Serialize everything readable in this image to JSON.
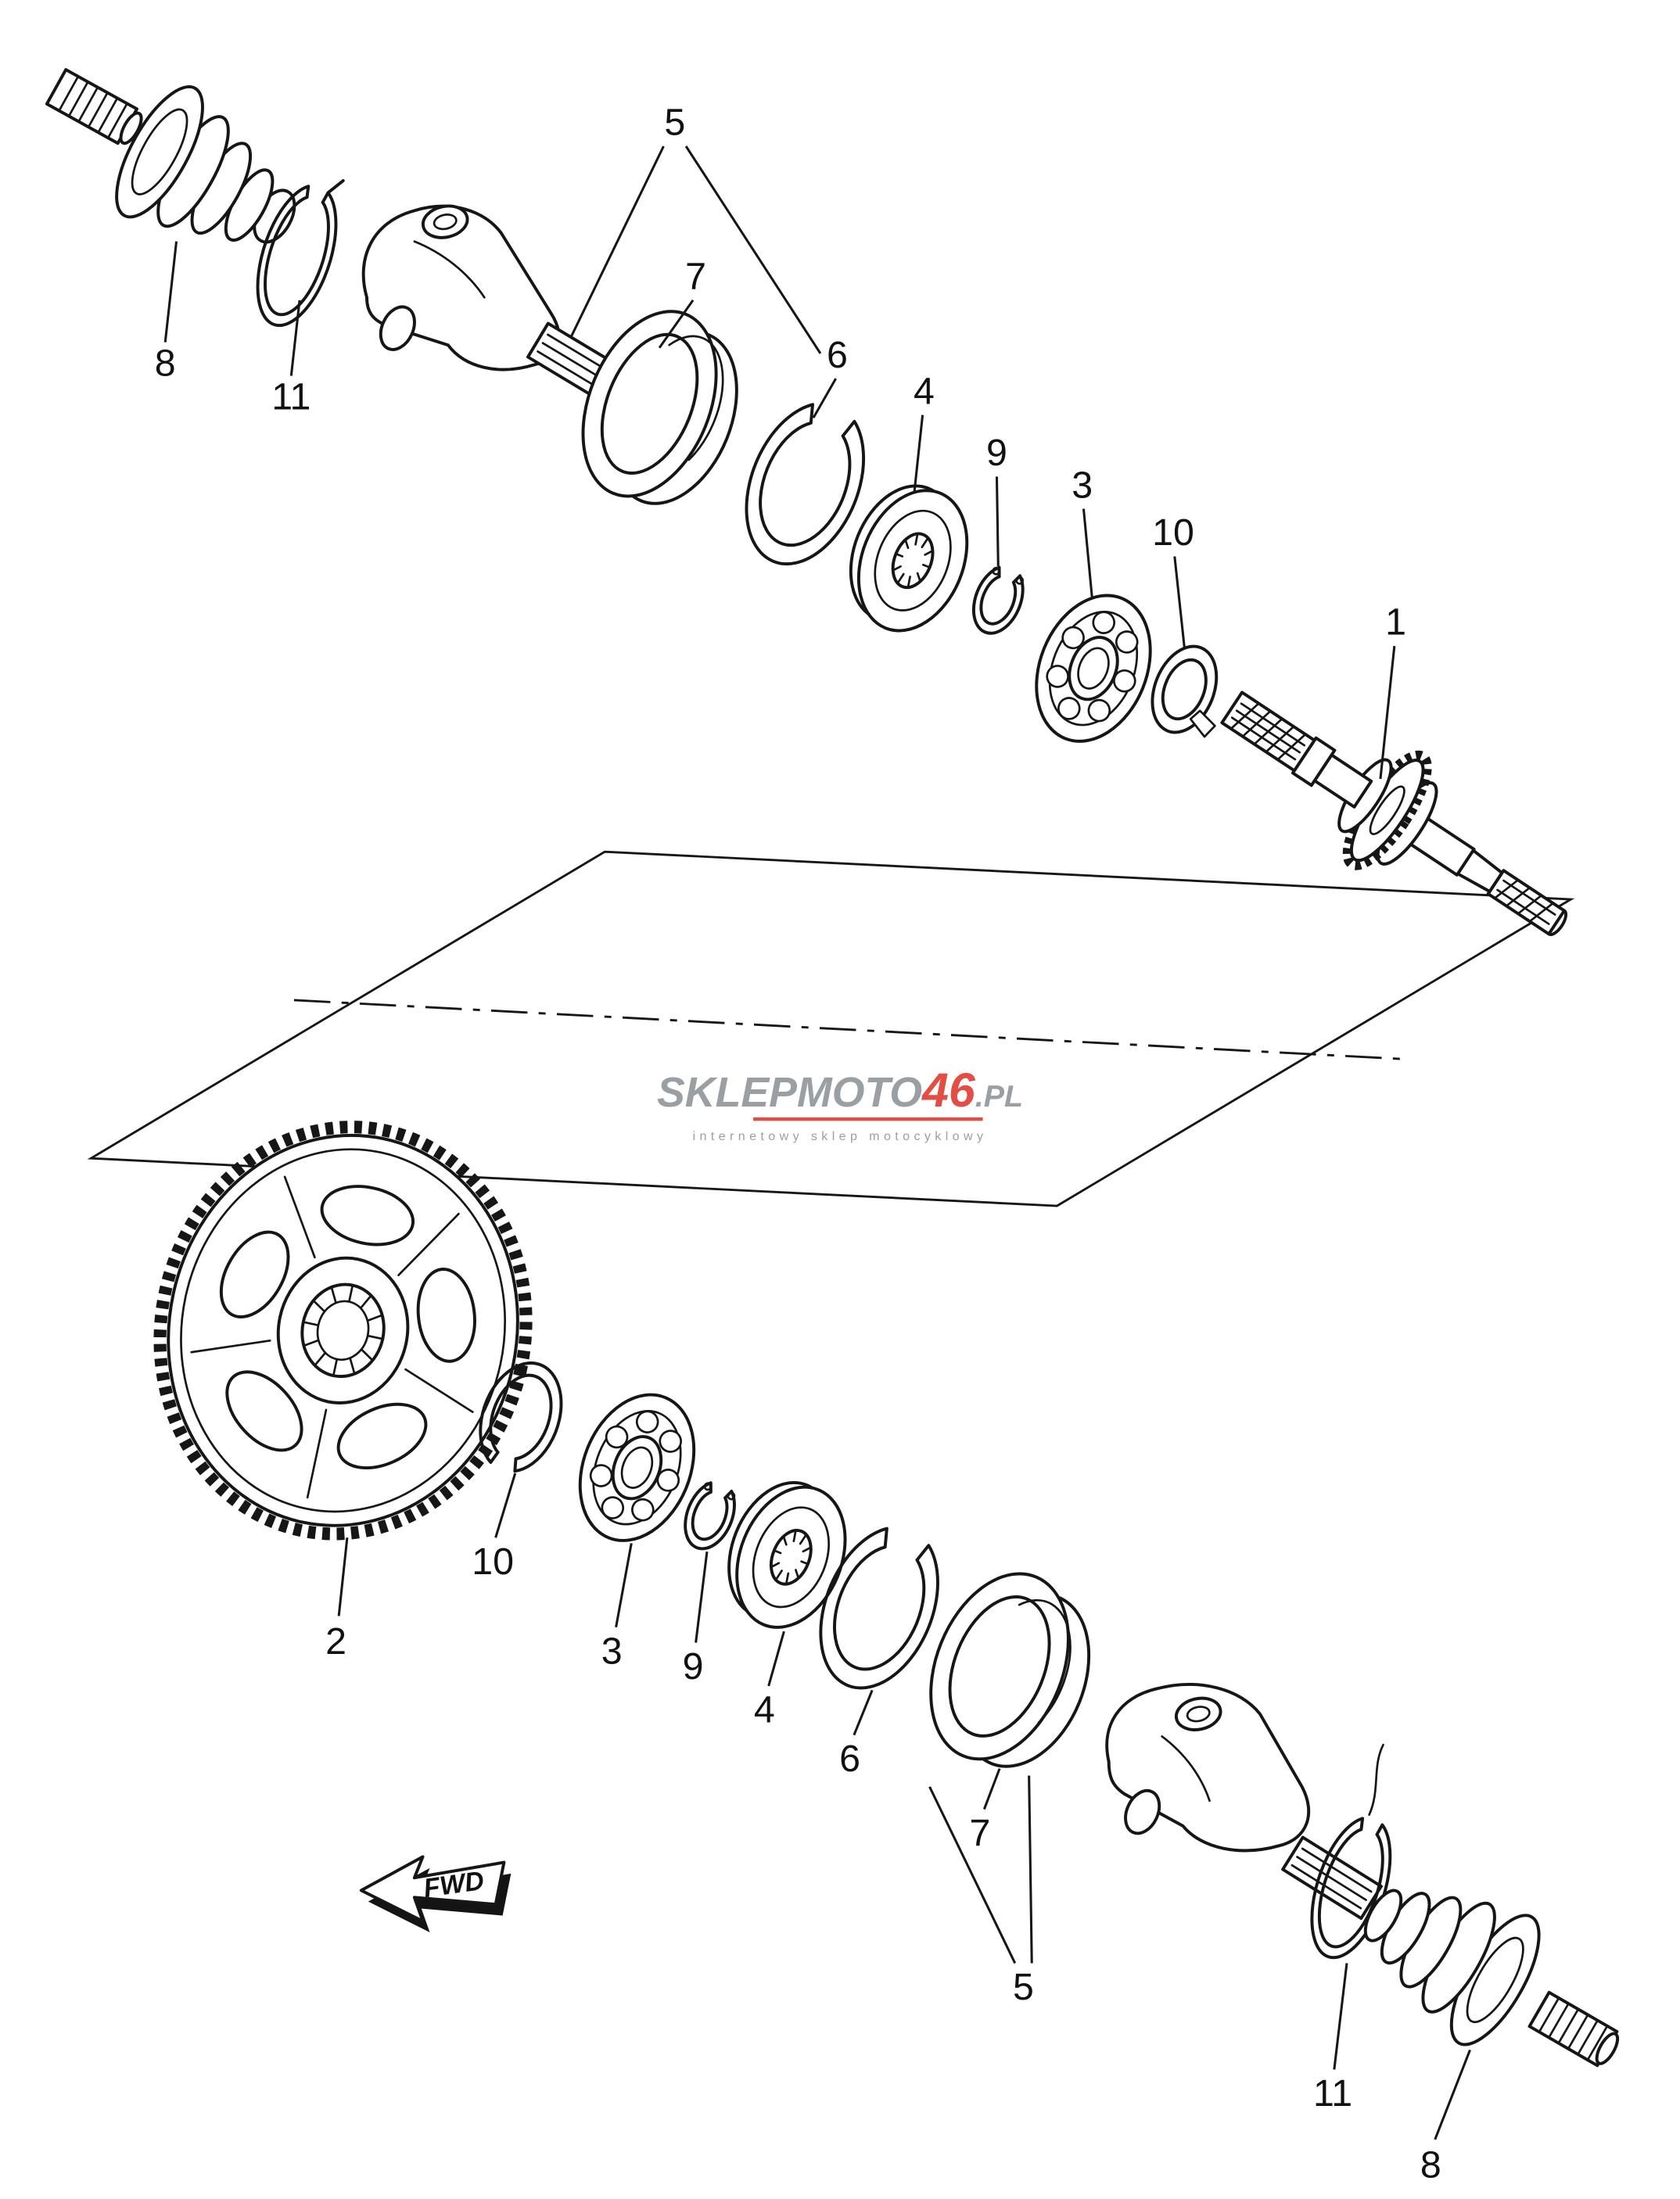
{
  "diagram": {
    "type": "exploded-parts-diagram",
    "fwd_label": "FWD",
    "line_color": "#161616",
    "watermark": {
      "brand_gray": "SKLEPMOTO",
      "brand_red": "46",
      "brand_suffix": ".PL",
      "tagline": "internetowy sklep motocyklowy",
      "color_gray": "#8f959a",
      "color_red": "#e03a2f"
    },
    "callouts": [
      {
        "id": "top-8",
        "label": "8"
      },
      {
        "id": "top-11",
        "label": "11"
      },
      {
        "id": "top-5",
        "label": "5"
      },
      {
        "id": "top-7",
        "label": "7"
      },
      {
        "id": "top-6",
        "label": "6"
      },
      {
        "id": "top-4",
        "label": "4"
      },
      {
        "id": "top-9",
        "label": "9"
      },
      {
        "id": "top-3",
        "label": "3"
      },
      {
        "id": "top-10",
        "label": "10"
      },
      {
        "id": "top-1",
        "label": "1"
      },
      {
        "id": "bottom-2",
        "label": "2"
      },
      {
        "id": "bottom-10",
        "label": "10"
      },
      {
        "id": "bottom-3",
        "label": "3"
      },
      {
        "id": "bottom-9",
        "label": "9"
      },
      {
        "id": "bottom-4",
        "label": "4"
      },
      {
        "id": "bottom-6",
        "label": "6"
      },
      {
        "id": "bottom-7",
        "label": "7"
      },
      {
        "id": "bottom-5",
        "label": "5"
      },
      {
        "id": "bottom-11",
        "label": "11"
      },
      {
        "id": "bottom-8",
        "label": "8"
      }
    ]
  }
}
